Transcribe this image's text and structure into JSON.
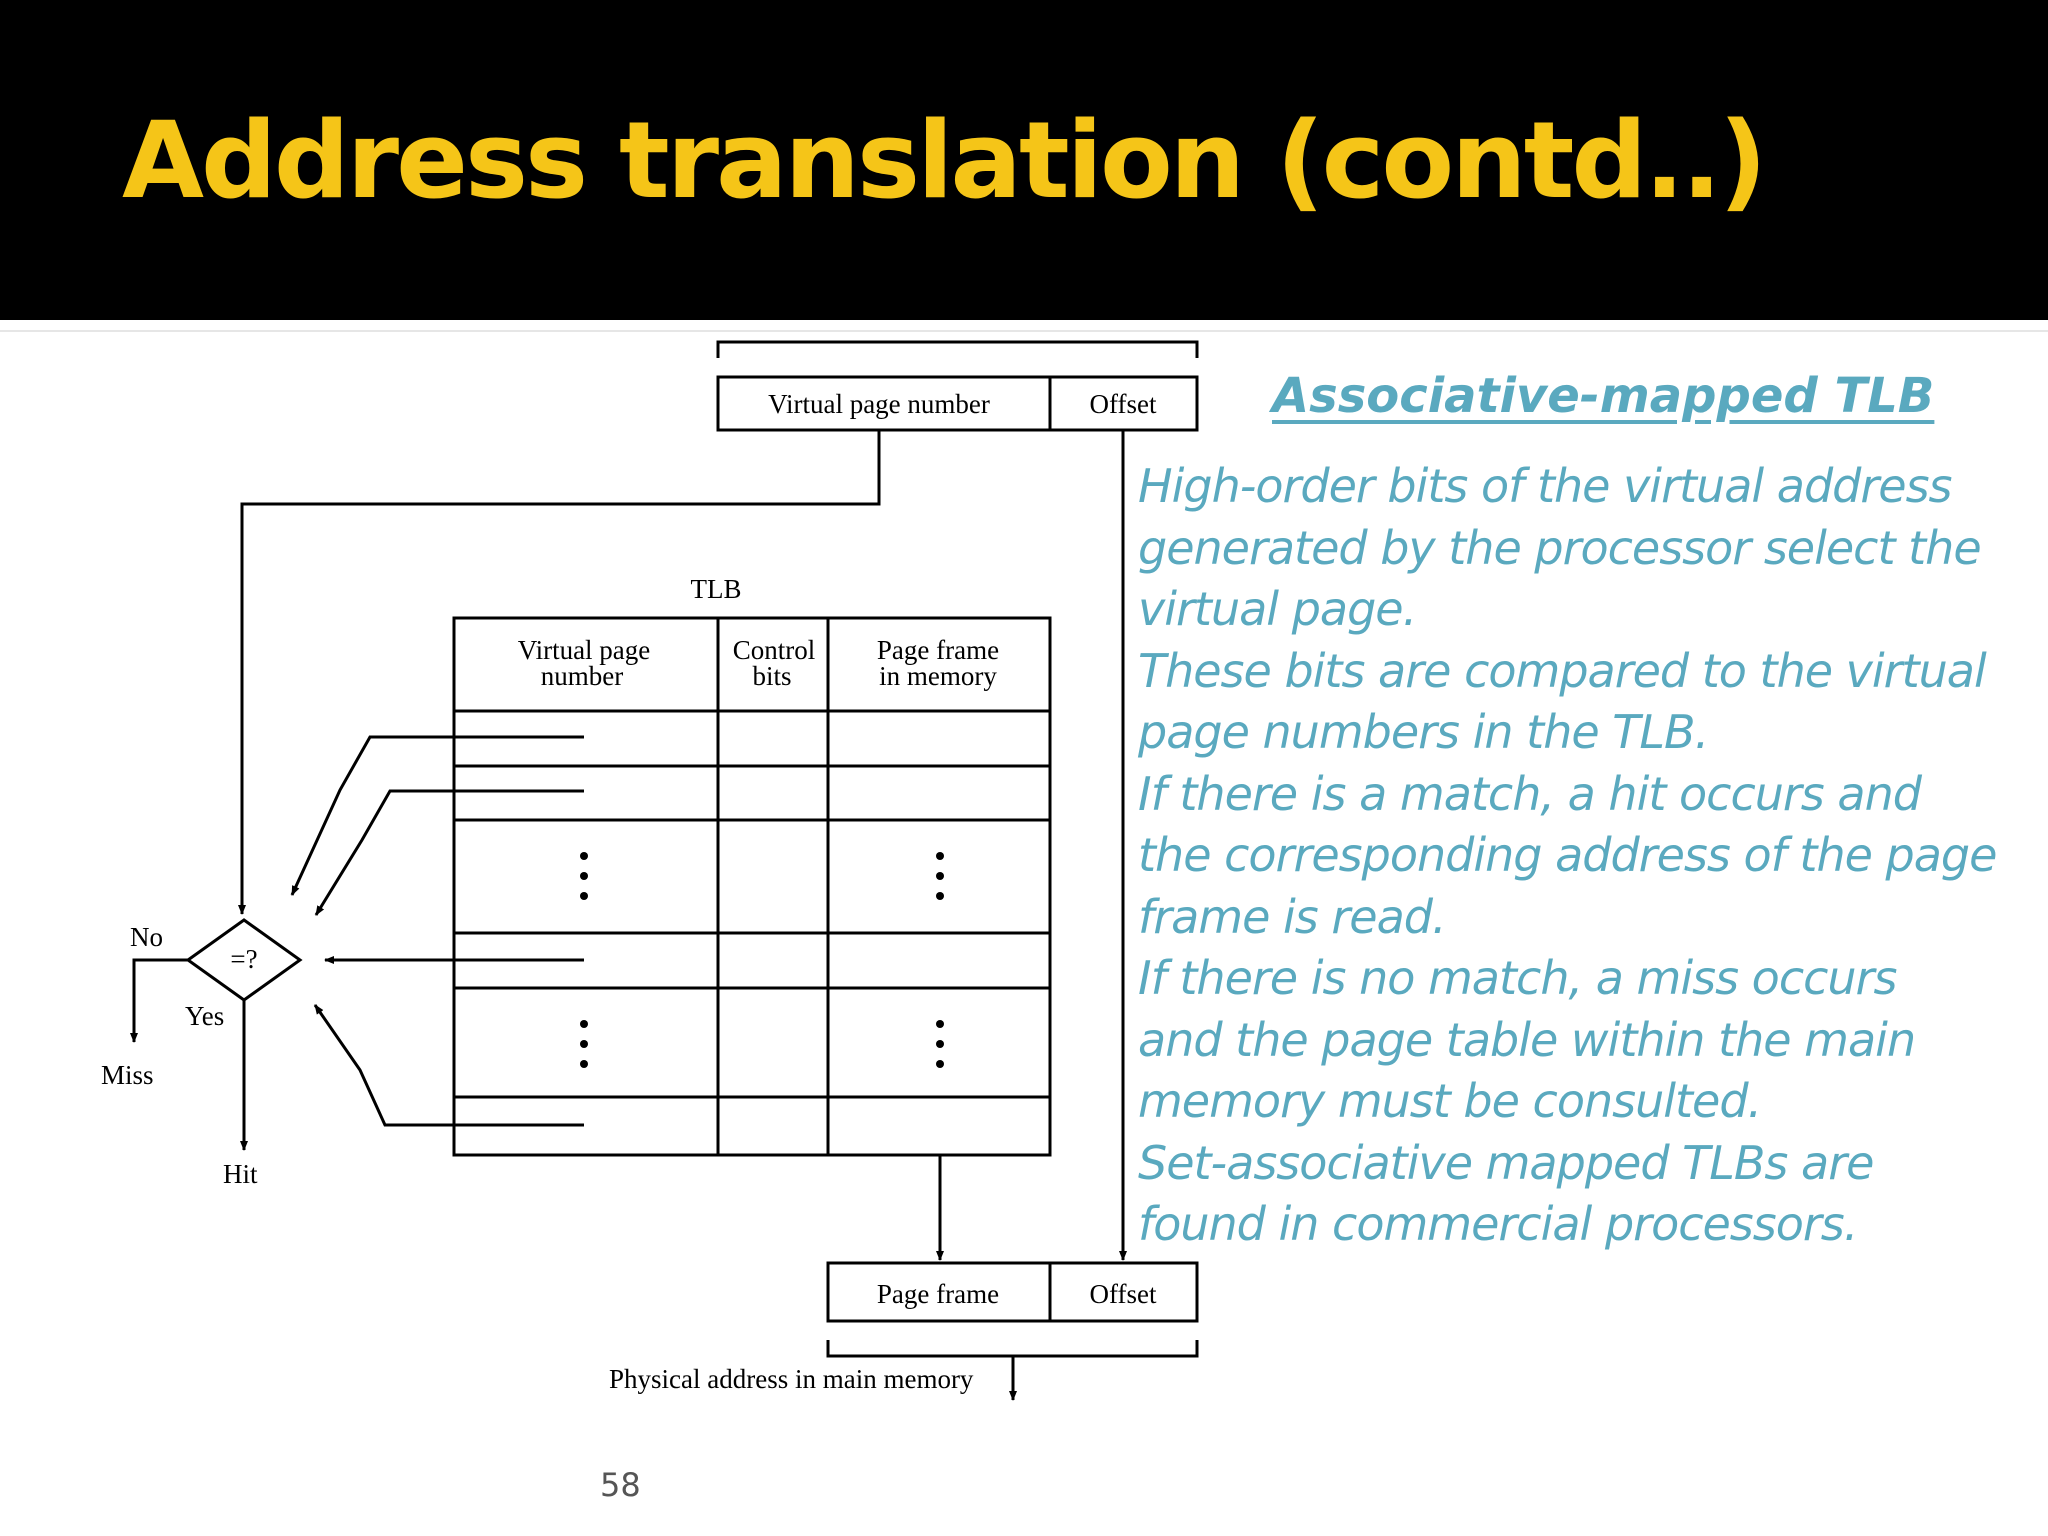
{
  "slide": {
    "title": "Address translation (contd..)",
    "page_number": "58"
  },
  "diagram": {
    "virtual_address": {
      "vpn_label": "Virtual page number",
      "offset_label": "Offset"
    },
    "tlb": {
      "title": "TLB",
      "col_vpn_line1": "Virtual page",
      "col_vpn_line2": "number",
      "col_control_line1": "Control",
      "col_control_line2": "bits",
      "col_frame_line1": "Page frame",
      "col_frame_line2": "in memory"
    },
    "comparator": {
      "symbol": "=?",
      "no_label": "No",
      "yes_label": "Yes",
      "miss_label": "Miss",
      "hit_label": "Hit"
    },
    "physical_address": {
      "frame_label": "Page frame",
      "offset_label": "Offset",
      "caption": "Physical address in main memory"
    }
  },
  "text_panel": {
    "heading": "Associative-mapped TLB",
    "lines": [
      "High-order bits of the virtual address",
      "generated by the processor select the",
      "virtual page.",
      "These bits are compared to the virtual",
      "page numbers in the TLB.",
      "If there is a match, a hit occurs and",
      "the corresponding address of the page",
      "frame is read.",
      "If there is no match, a miss occurs",
      "and the page table within the main",
      "memory must be consulted.",
      "Set-associative mapped TLBs are",
      "found in commercial processors."
    ]
  },
  "colors": {
    "title": "#F5C518",
    "title_bar": "#000000",
    "body_text": "#5AA9BF",
    "diagram_ink": "#000000"
  }
}
